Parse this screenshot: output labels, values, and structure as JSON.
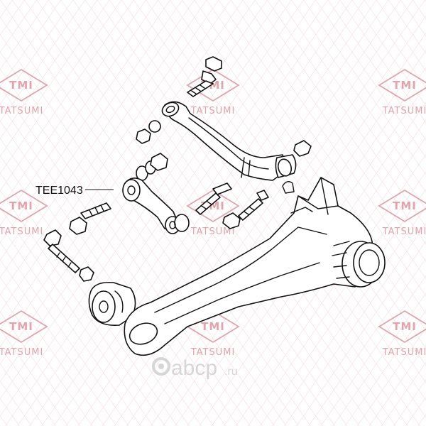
{
  "watermark": {
    "logo_text": "TMI",
    "word_text": "TATSUMI",
    "color": "#e3a3ad"
  },
  "part_label": "TEE1043",
  "site_watermark": {
    "name": "abcp",
    "suffix": ".ru",
    "color": "#d6d6d6"
  }
}
